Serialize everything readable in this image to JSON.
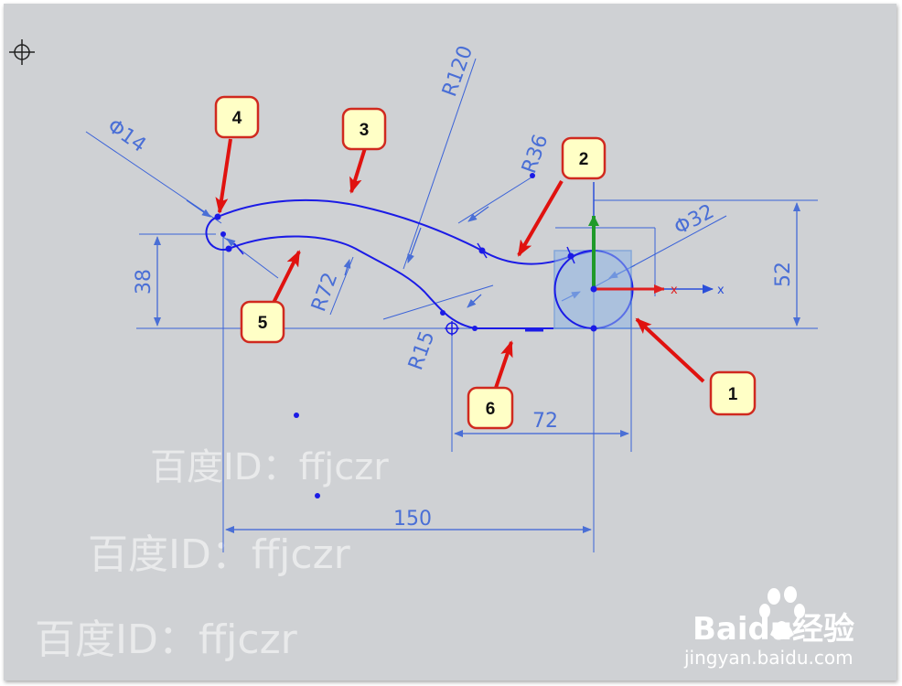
{
  "dimensions": {
    "d14": "Φ14",
    "r120": "R120",
    "r36": "R36",
    "d32": "Φ32",
    "d52": "52",
    "d38": "38",
    "r72": "R72",
    "r15": "R15",
    "d72": "72",
    "d150": "150"
  },
  "callouts": [
    "1",
    "2",
    "3",
    "4",
    "5",
    "6"
  ],
  "axes": {
    "x1": "x",
    "x2": "x"
  },
  "watermark": {
    "text": "百度ID：ffjczr"
  },
  "brand": {
    "logo_text": "Baidu经验",
    "url": "jingyan.baidu.com"
  }
}
